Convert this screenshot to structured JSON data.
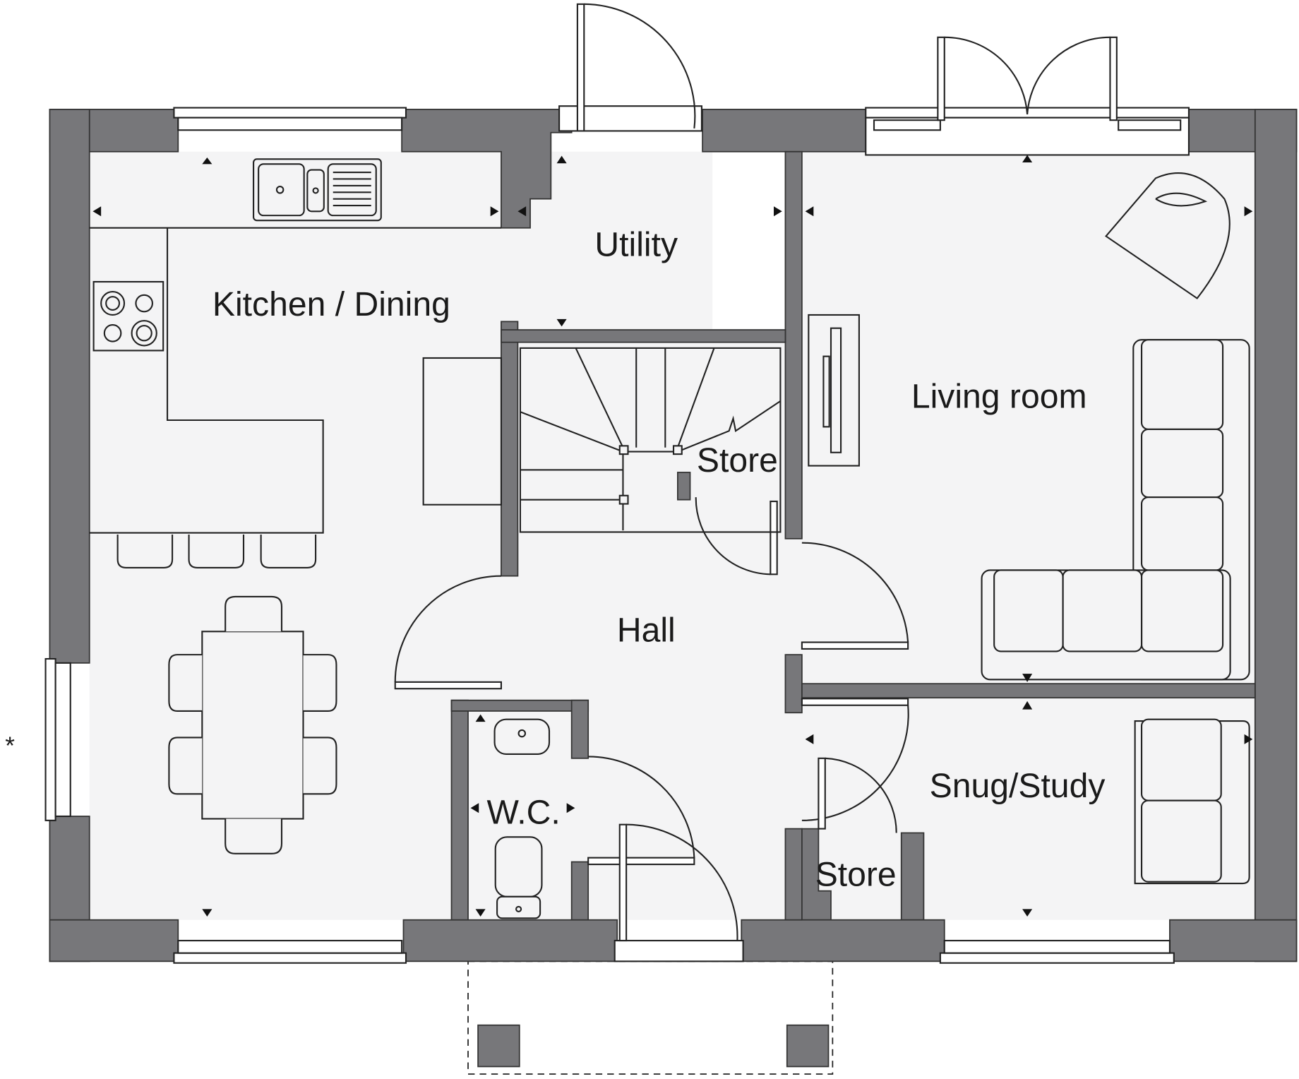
{
  "plan": {
    "rooms": [
      {
        "id": "kitchen",
        "label": "Kitchen / Dining"
      },
      {
        "id": "utility",
        "label": "Utility"
      },
      {
        "id": "store-under-stairs",
        "label": "Store"
      },
      {
        "id": "living",
        "label": "Living room"
      },
      {
        "id": "hall",
        "label": "Hall"
      },
      {
        "id": "wc",
        "label": "W.C."
      },
      {
        "id": "snug",
        "label": "Snug/Study"
      },
      {
        "id": "store-snug",
        "label": "Store"
      }
    ],
    "footnote_mark": "*",
    "colors": {
      "wall": "#77777a",
      "floor": "#f4f4f5",
      "line": "#222222"
    }
  }
}
